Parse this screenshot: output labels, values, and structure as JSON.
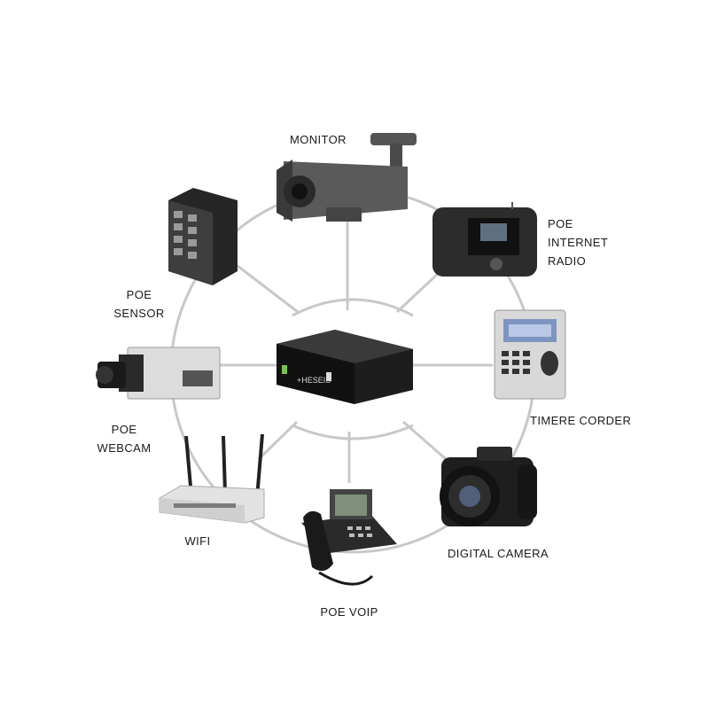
{
  "center_device": {
    "icon": "poe-injector-icon",
    "brand_text": "+HESEIS"
  },
  "nodes": [
    {
      "id": "monitor",
      "icon": "bullet-camera-icon",
      "lines": [
        "MONITOR"
      ]
    },
    {
      "id": "poe-internet-radio",
      "icon": "internet-radio-icon",
      "lines": [
        "POE",
        "INTERNET",
        "RADIO"
      ]
    },
    {
      "id": "timere-corder",
      "icon": "time-recorder-icon",
      "lines": [
        "TIMERE CORDER"
      ]
    },
    {
      "id": "digital-camera",
      "icon": "dslr-camera-icon",
      "lines": [
        "DIGITAL CAMERA"
      ]
    },
    {
      "id": "poe-voip",
      "icon": "voip-phone-icon",
      "lines": [
        "POE VOIP"
      ]
    },
    {
      "id": "wifi",
      "icon": "wifi-router-icon",
      "lines": [
        "WIFI"
      ]
    },
    {
      "id": "poe-webcam",
      "icon": "box-camera-icon",
      "lines": [
        "POE",
        "WEBCAM"
      ]
    },
    {
      "id": "poe-sensor",
      "icon": "network-switch-icon",
      "lines": [
        "POE",
        "SENSOR"
      ]
    }
  ],
  "colors": {
    "connector": "#c8c8c8",
    "device_dark": "#2a2a2a",
    "label": "#1a1a1a"
  }
}
